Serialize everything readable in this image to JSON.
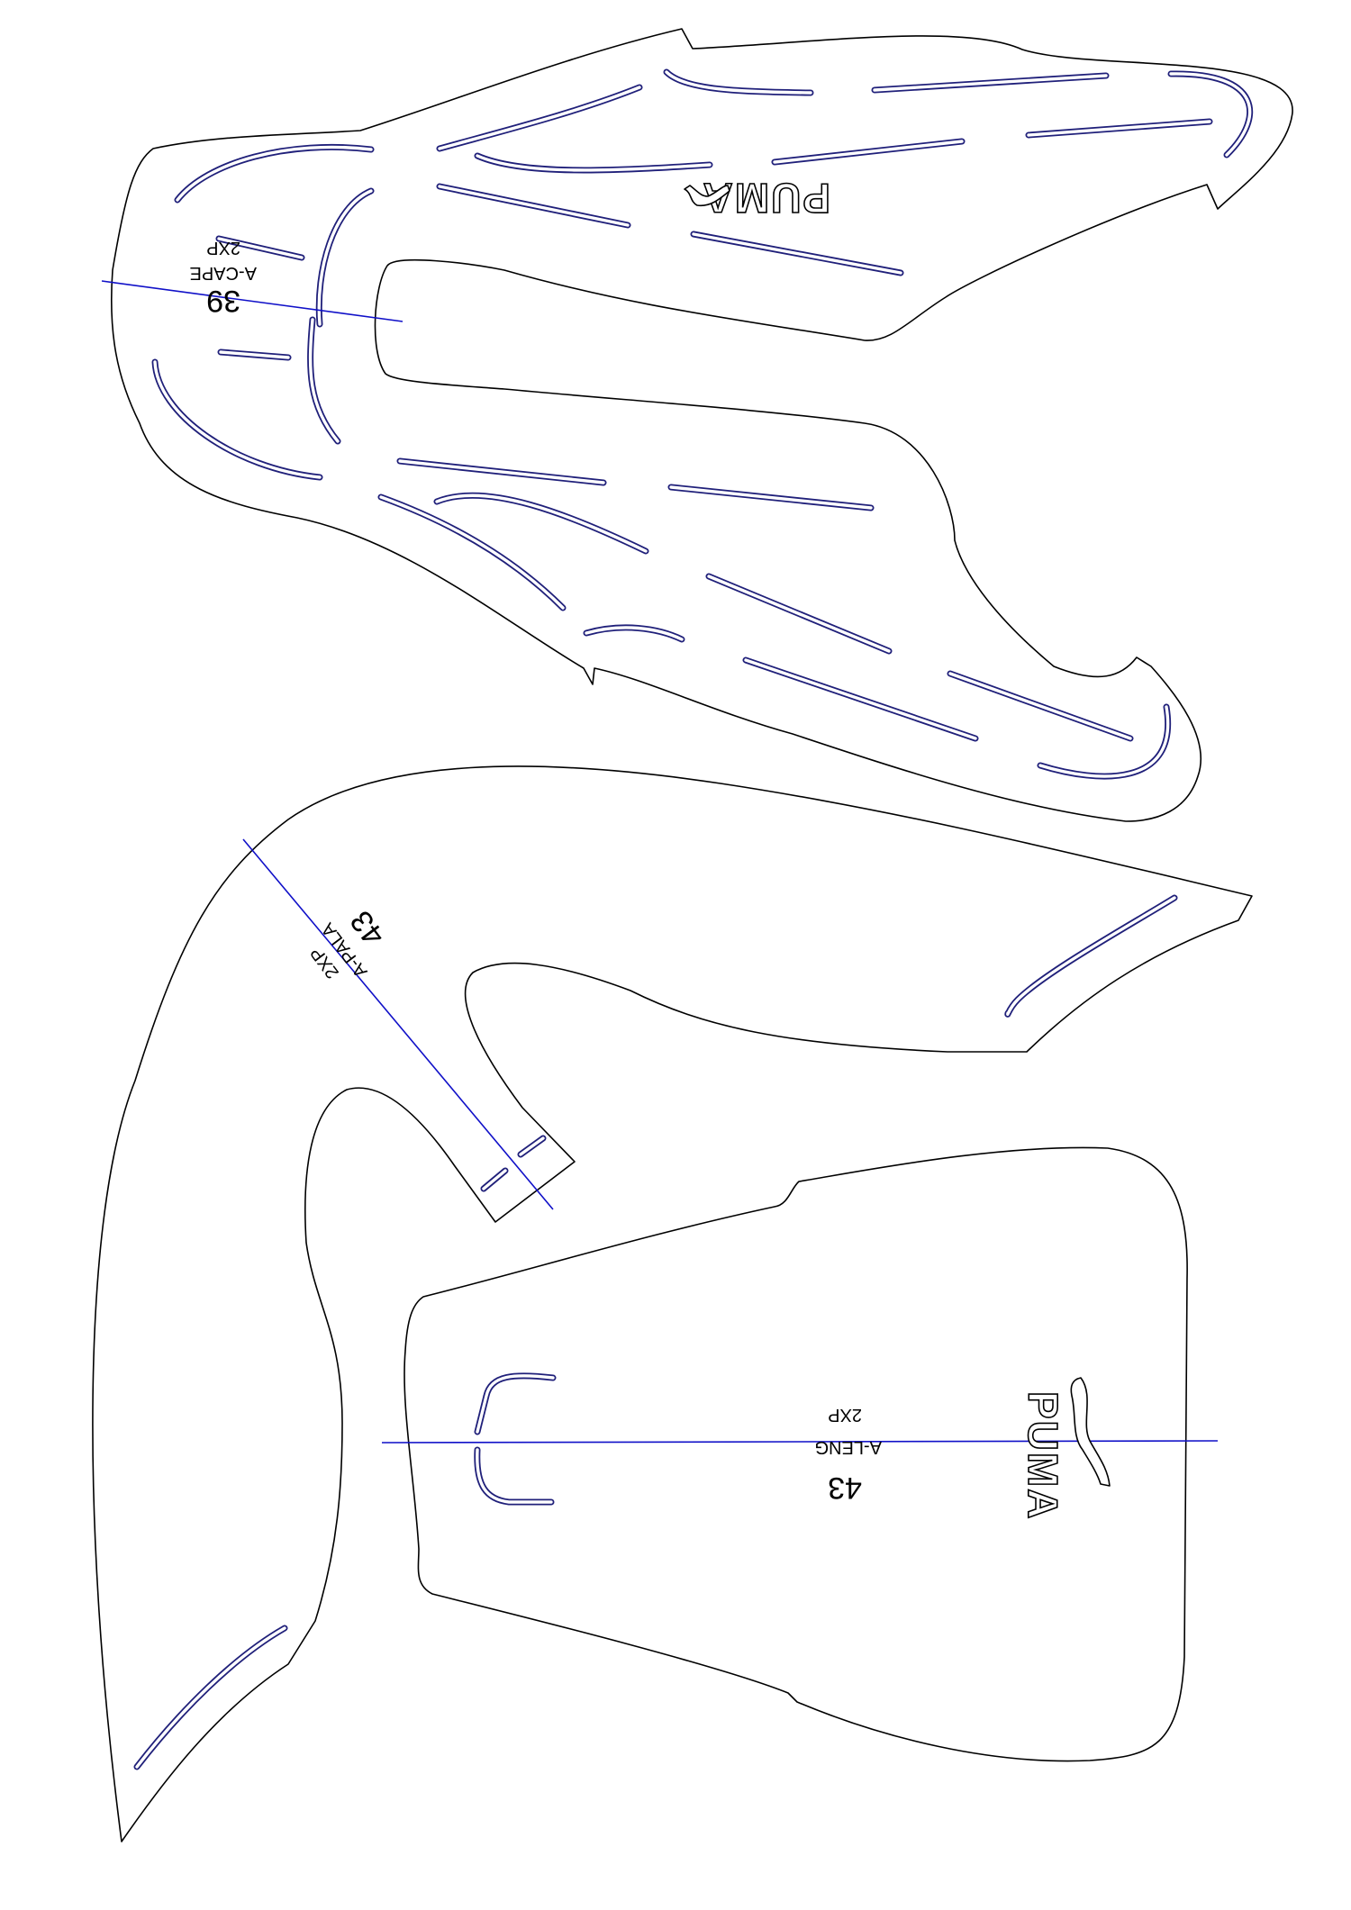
{
  "colors": {
    "outline": "#000000",
    "slot": "#20207a",
    "axis": "#1010c8"
  },
  "pieces": {
    "cape": {
      "number": "39",
      "name": "A-CAPE",
      "qty": "2XP",
      "logo": "PUMA"
    },
    "pala": {
      "number": "43",
      "name": "A-PALA",
      "qty": "2XP"
    },
    "leng": {
      "number": "43",
      "name": "A-LENG",
      "qty": "2XP",
      "logo": "PUMA"
    }
  }
}
